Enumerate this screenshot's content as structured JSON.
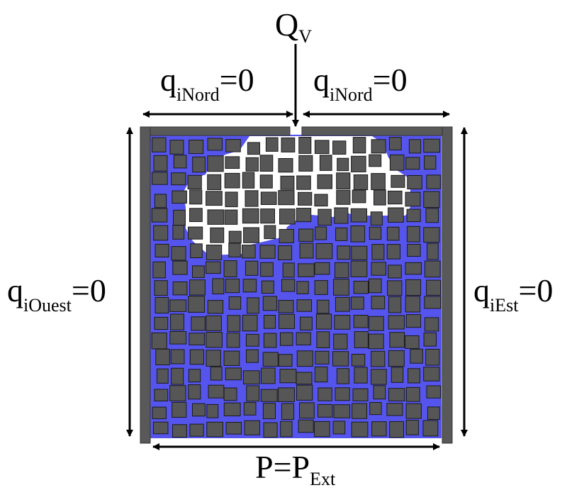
{
  "labels": {
    "top_flux": {
      "main": "Q",
      "sub": "V"
    },
    "north_left": {
      "main": "q",
      "sub": "iNord",
      "rhs": "=0"
    },
    "north_right": {
      "main": "q",
      "sub": "iNord",
      "rhs": "=0"
    },
    "west": {
      "main": "q",
      "sub": "iOuest",
      "rhs": "=0"
    },
    "east": {
      "main": "q",
      "sub": "iEst",
      "rhs": "=0"
    },
    "bottom": {
      "main": "P=P",
      "sub": "Ext"
    }
  },
  "colors": {
    "fluid": "#5555ee",
    "grain": "#565656",
    "wall": "#595959",
    "grain_stroke": "#1a1a1a",
    "void": "#ffffff"
  },
  "domain": {
    "grain_rows": 17,
    "grain_cols": 16
  }
}
